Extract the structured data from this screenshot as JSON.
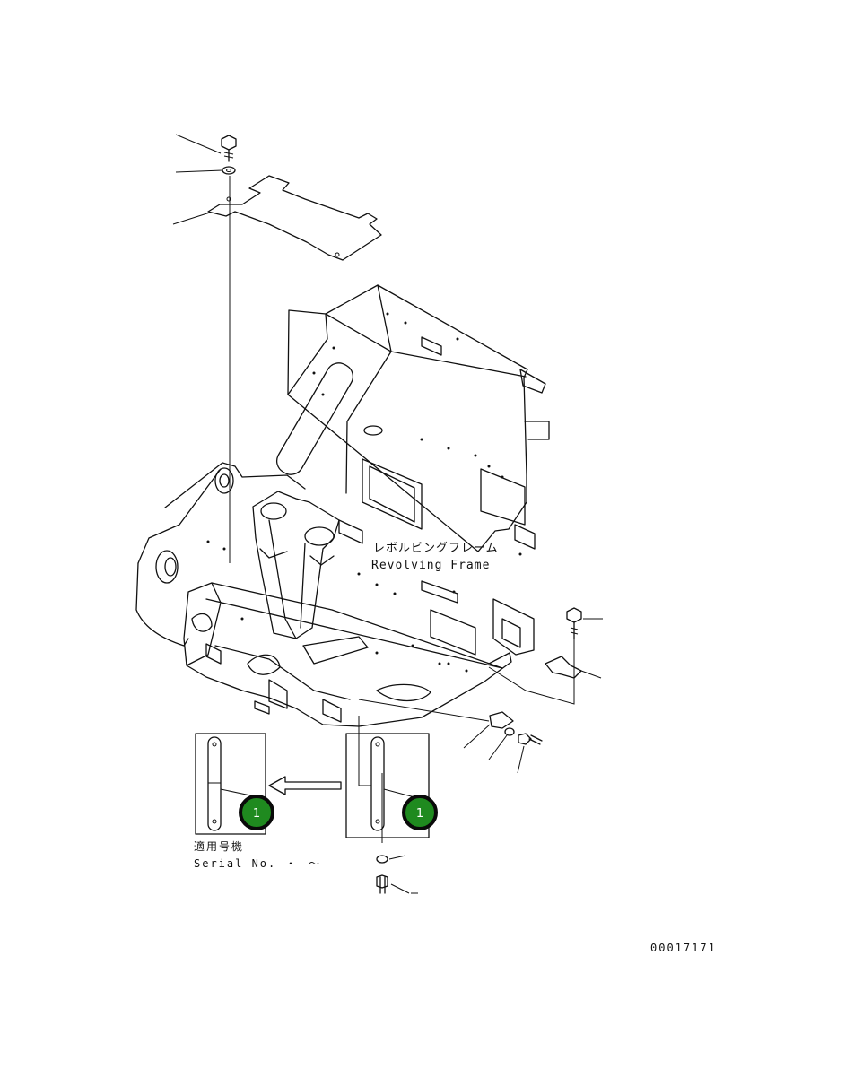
{
  "labels": {
    "frame_jp": "レボルビングフレーム",
    "frame_en": "Revolving Frame",
    "serial_jp": "適用号機",
    "serial_en": "Serial No.",
    "serial_sep": "・",
    "serial_tilde": "～",
    "drawing_number": "00017171"
  },
  "badges": [
    {
      "text": "1"
    },
    {
      "text": "1"
    }
  ],
  "colors": {
    "badge_fill": "#1f8a1f",
    "badge_border": "#0a0a0a",
    "line": "#111111",
    "background": "#ffffff"
  }
}
